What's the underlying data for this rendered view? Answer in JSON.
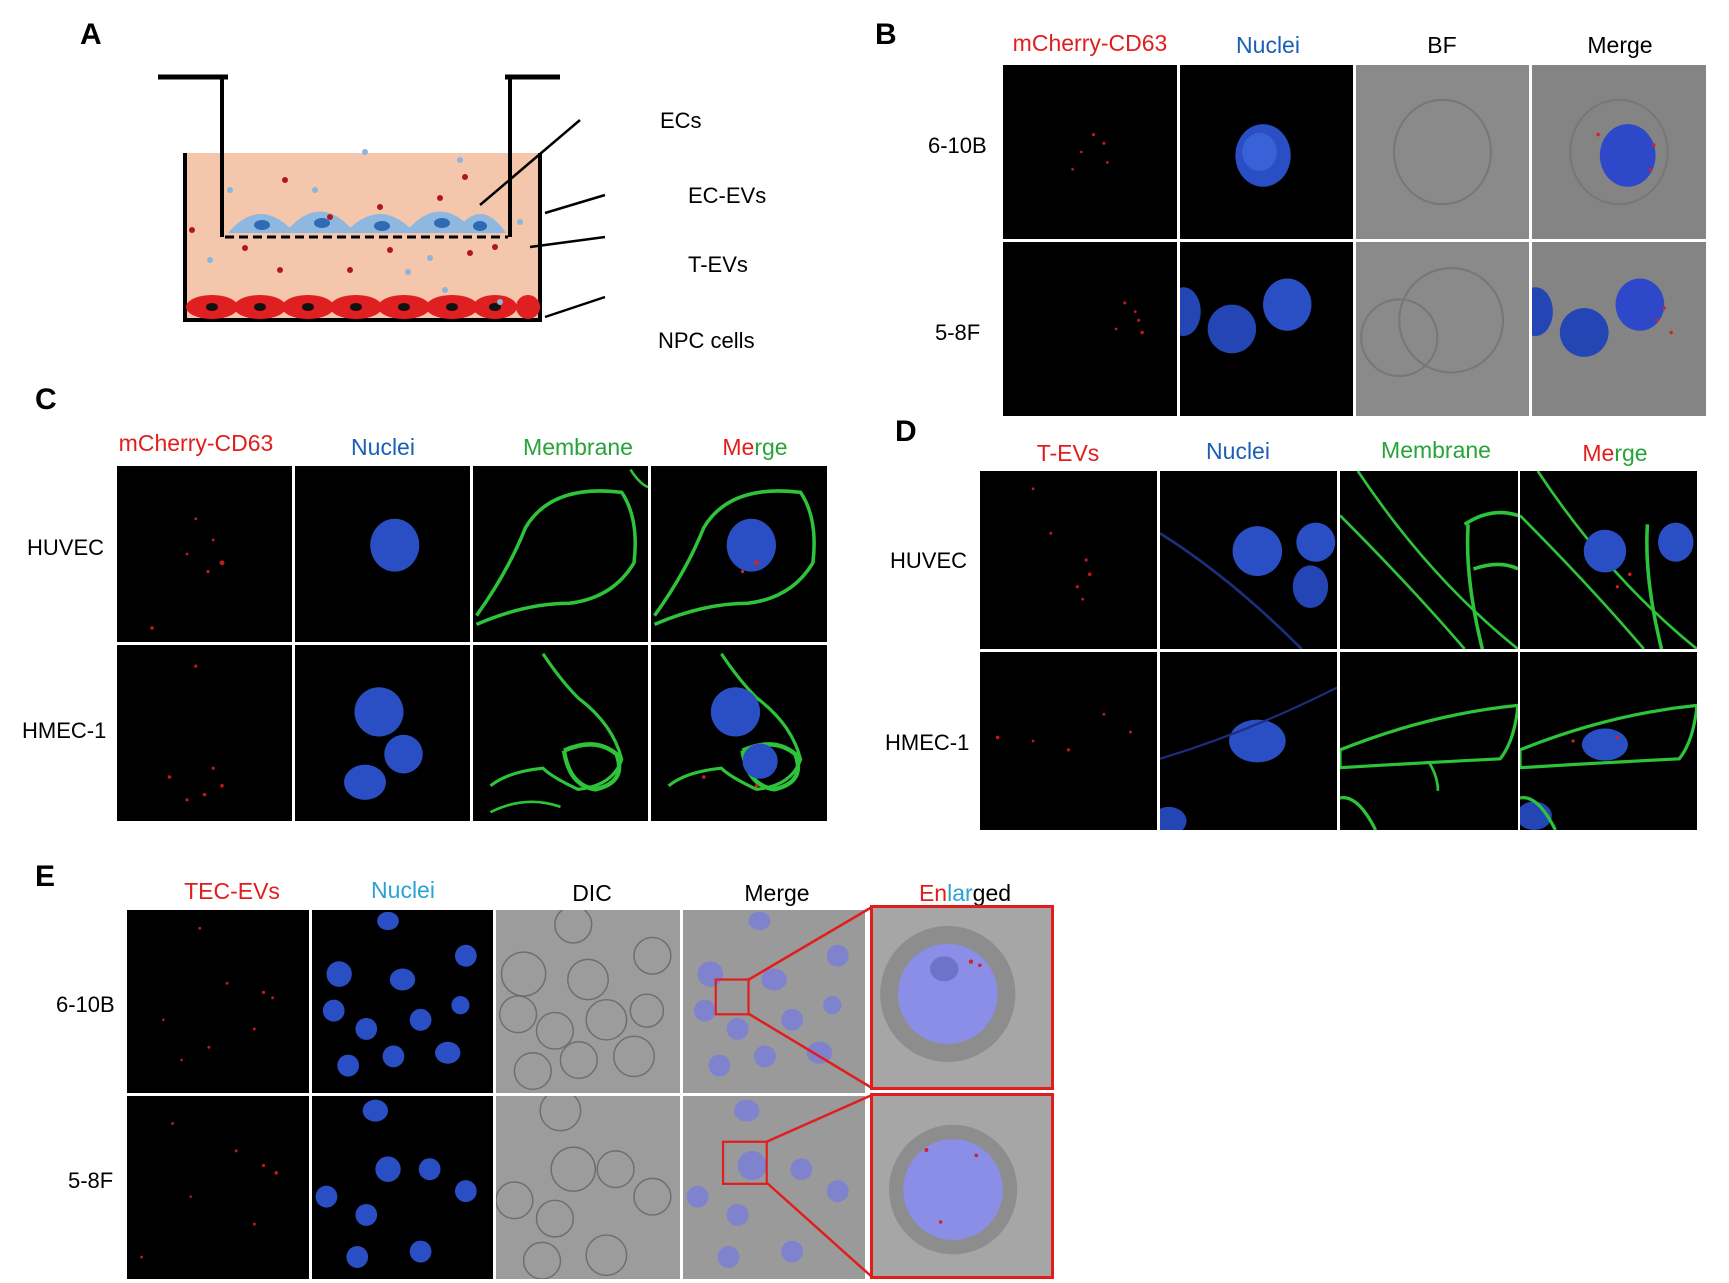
{
  "panels": {
    "A": {
      "letter": "A",
      "labels": {
        "ecs": "ECs",
        "ec_evs": "EC-EVs",
        "t_evs": "T-EVs",
        "npc": "NPC cells"
      }
    },
    "B": {
      "letter": "B",
      "columns": [
        "mCherry-CD63",
        "Nuclei",
        "BF",
        "Merge"
      ],
      "rows": [
        "6-10B",
        "5-8F"
      ]
    },
    "C": {
      "letter": "C",
      "columns": [
        "mCherry-CD63",
        "Nuclei",
        "Membrane",
        "Merge"
      ],
      "merge_parts": [
        "Me",
        "rge"
      ],
      "rows": [
        "HUVEC",
        "HMEC-1"
      ]
    },
    "D": {
      "letter": "D",
      "columns": [
        "T-EVs",
        "Nuclei",
        "Membrane",
        "Merge"
      ],
      "merge_parts": [
        "Me",
        "rge"
      ],
      "rows": [
        "HUVEC",
        "HMEC-1"
      ]
    },
    "E": {
      "letter": "E",
      "columns": [
        "TEC-EVs",
        "Nuclei",
        "DIC",
        "Merge"
      ],
      "enlarged_parts": [
        "En",
        "lar",
        "ged"
      ],
      "rows": [
        "6-10B",
        "5-8F"
      ]
    }
  },
  "colors": {
    "red": "#e11e1e",
    "blue": "#1a5fb4",
    "green": "#27a33a",
    "light_blue": "#29a3d6"
  }
}
